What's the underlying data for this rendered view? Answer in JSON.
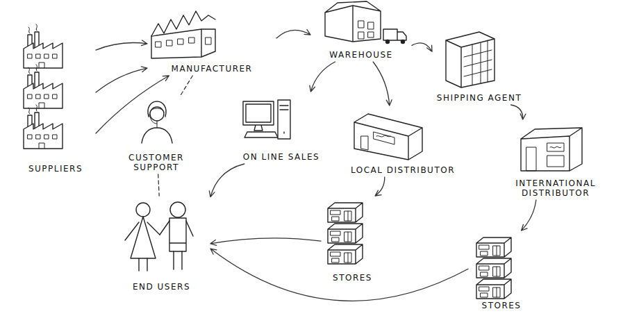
{
  "diagram": {
    "nodes": [
      {
        "text": [
          "SUPPLIERS"
        ]
      },
      {
        "text": [
          "MANUFACTURER"
        ]
      },
      {
        "text": [
          "WAREHOUSE"
        ]
      },
      {
        "text": [
          "SHIPPING AGENT"
        ]
      },
      {
        "text": [
          "CUSTOMER SUPPORT"
        ]
      },
      {
        "text": [
          "ON LINE SALES"
        ]
      },
      {
        "text": [
          "LOCAL DISTRIBUTOR"
        ]
      },
      {
        "text": [
          "INTERNATIONAL DISTRIBUTOR"
        ]
      },
      {
        "text": [
          "STORES"
        ]
      },
      {
        "text": [
          "STORES"
        ]
      },
      {
        "text": [
          "END USERS"
        ]
      }
    ],
    "edges": [
      {
        "from": 0,
        "to": 1,
        "arrow": "to"
      },
      {
        "from": 1,
        "to": 2,
        "arrow": "to"
      },
      {
        "from": 2,
        "to": 5,
        "arrow": "to"
      },
      {
        "from": 2,
        "to": 6,
        "arrow": "to"
      },
      {
        "from": 2,
        "to": 3,
        "arrow": "to"
      },
      {
        "from": 3,
        "to": 7,
        "arrow": "to"
      },
      {
        "from": 1,
        "to": 4,
        "arrow": "none"
      },
      {
        "from": 4,
        "to": 10,
        "arrow": "none"
      },
      {
        "from": 5,
        "to": 10,
        "arrow": "to"
      },
      {
        "from": 6,
        "to": 8,
        "arrow": "to"
      },
      {
        "from": 7,
        "to": 9,
        "arrow": "to"
      },
      {
        "from": 8,
        "to": 10,
        "arrow": "to"
      },
      {
        "from": 9,
        "to": 10,
        "arrow": "to"
      }
    ]
  }
}
